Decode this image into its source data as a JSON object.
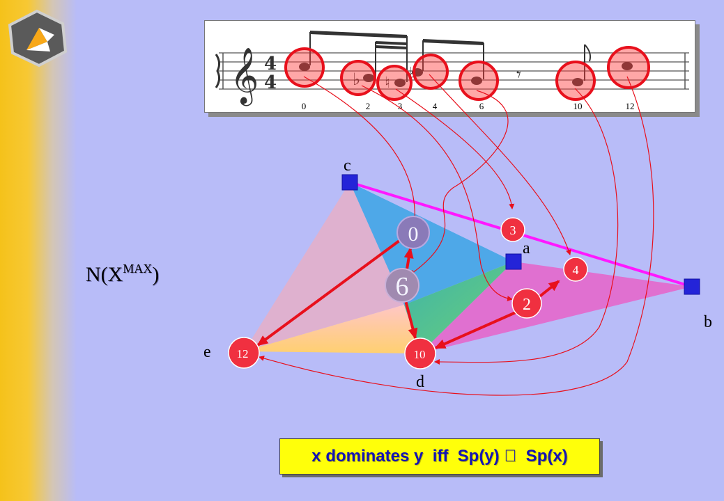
{
  "staff": {
    "time_signature_top": "4",
    "time_signature_bottom": "4",
    "note_indices": [
      "0",
      "2",
      "3",
      "4",
      "6",
      "10",
      "12"
    ]
  },
  "vertex_labels": {
    "a": "a",
    "b": "b",
    "c": "c",
    "d": "d",
    "e": "e"
  },
  "nodes": {
    "n0": "0",
    "n2": "2",
    "n3": "3",
    "n4": "4",
    "n6": "6",
    "n10": "10",
    "n12": "12"
  },
  "nx_label": {
    "base": "N(X",
    "sup": "MAX",
    "close": ")"
  },
  "formula": "x dominates y  iff  Sp(y) \u0000  Sp(x)",
  "colors": {
    "background": "#b8bcf8",
    "note_circle": "#f03040",
    "arrow": "#e8101c",
    "magenta_line": "#ff18ff",
    "vertex_square": "#2424d8",
    "formula_bg": "#ffff0a",
    "formula_text": "#1414b4"
  }
}
